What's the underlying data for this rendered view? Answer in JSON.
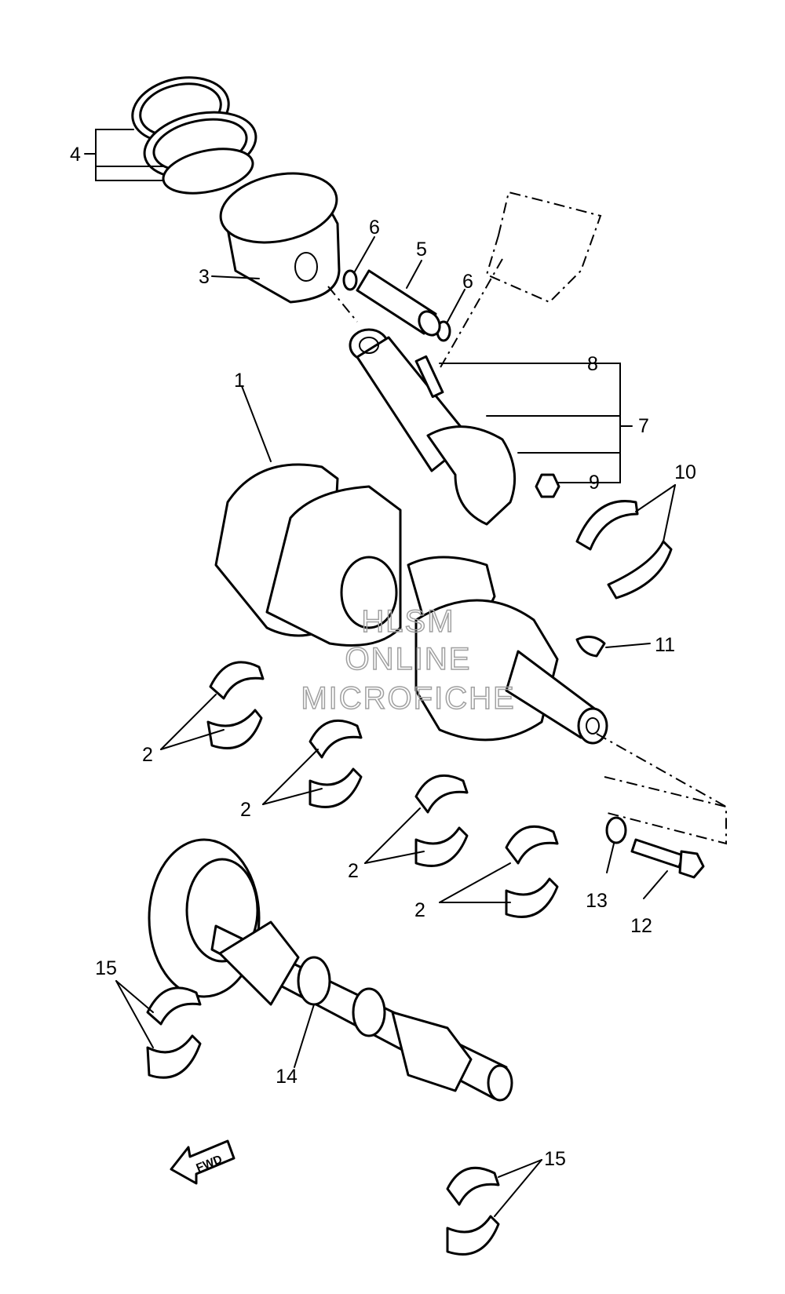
{
  "callouts": {
    "c1": "1",
    "c2a": "2",
    "c2b": "2",
    "c2c": "2",
    "c2d": "2",
    "c3": "3",
    "c4": "4",
    "c5": "5",
    "c6a": "6",
    "c6b": "6",
    "c7": "7",
    "c8": "8",
    "c9": "9",
    "c10": "10",
    "c11": "11",
    "c12": "12",
    "c13": "13",
    "c14": "14",
    "c15a": "15",
    "c15b": "15"
  },
  "fwd_label": "FWD",
  "watermark": {
    "line1": "HLSM",
    "line2": "ONLINE",
    "line3": "MICROFICHE"
  }
}
